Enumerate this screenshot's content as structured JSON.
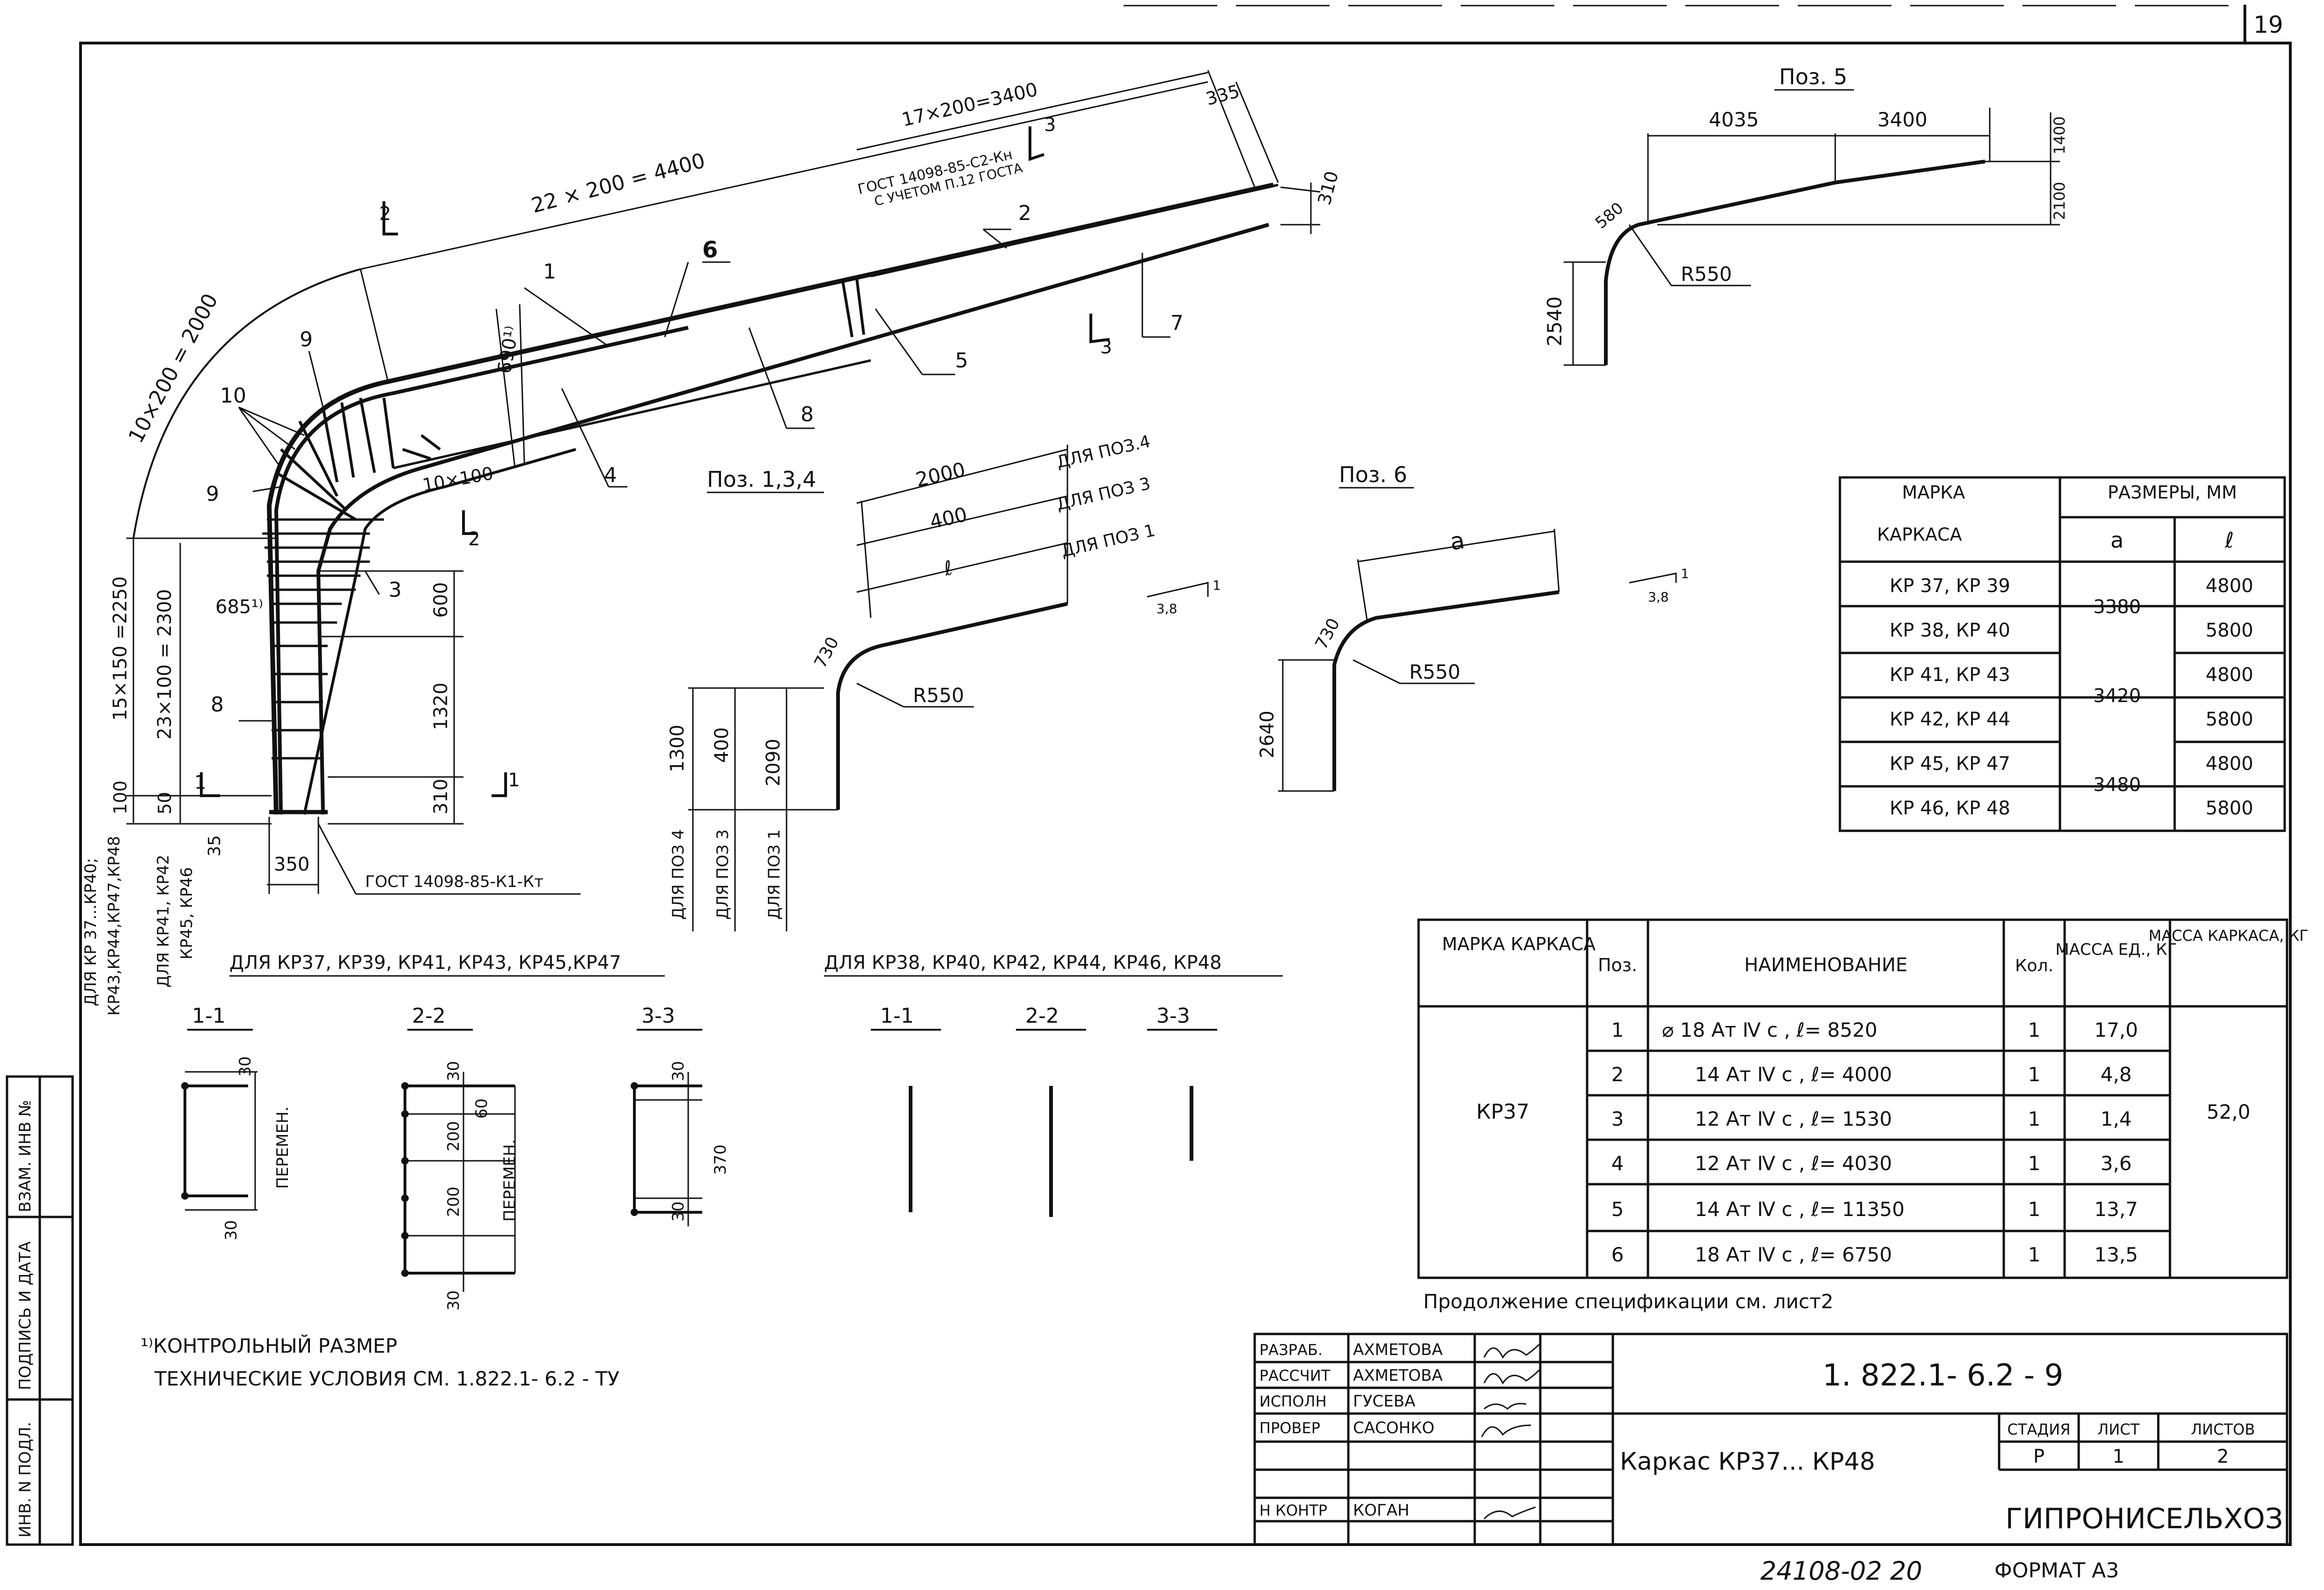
{
  "page": {
    "sheet_number": "19",
    "format": "ФОРМАТ А3",
    "archive_number": "24108-02  20"
  },
  "main_drawing": {
    "dim_top_left": "22 × 200 = 4400",
    "dim_top_right": "17×200=3400",
    "dim_end": "335",
    "dim_end2": "310",
    "dim_arc": "10×200 = 2000",
    "dim_vertical_a": "15×150 =2250",
    "dim_vertical_b": "23×100 = 2300",
    "dim_690": "690¹⁾",
    "dim_685": "685¹⁾",
    "dim_10x100": "10×100",
    "dim_600": "600",
    "dim_1320": "1320",
    "dim_310": "310",
    "dim_100": "100",
    "dim_50": "50",
    "dim_35": "35",
    "dim_350": "350",
    "gost_top": "ГОСТ 14098-85-С2-Кн",
    "gost_top2": "С УЧЕТОМ П.12 ГОСТА",
    "gost_bottom": "ГОСТ 14098-85-К1-Кт",
    "callouts": [
      "1",
      "2",
      "3",
      "4",
      "5",
      "6",
      "7",
      "8",
      "8",
      "9",
      "9",
      "10"
    ],
    "sections": [
      "2",
      "2",
      "3",
      "3",
      "1",
      "1"
    ],
    "applicability_1": "ДЛЯ КР 37...КР40;",
    "applicability_2": "КР43,КР44,КР47,КР48",
    "applicability_3": "ДЛЯ КР41, КР42",
    "applicability_4": "КР45, КР46"
  },
  "pos134": {
    "title": "Поз. 1,3,4",
    "d2000": "2000",
    "d400": "400",
    "db": "ℓ",
    "for4": "ДЛЯ ПОЗ.4",
    "for3": "ДЛЯ ПОЗ 3",
    "for1": "ДЛЯ ПОЗ 1",
    "angle": "730",
    "radius": "R550",
    "v1300": "1300",
    "v400": "400",
    "v2090": "2090",
    "bl4": "ДЛЯ ПОЗ 4",
    "bl3": "ДЛЯ ПОЗ 3",
    "bl1": "ДЛЯ ПОЗ 1",
    "slope_top": "1",
    "slope_bottom": "3,8"
  },
  "pos6": {
    "title": "Поз. 6",
    "da": "a",
    "angle": "730",
    "radius": "R550",
    "v2640": "2640",
    "slope_top": "1",
    "slope_bottom": "3,8"
  },
  "pos5": {
    "title": "Поз. 5",
    "d4035": "4035",
    "d3400": "3400",
    "v1400": "1400",
    "v2100": "2100",
    "v2540": "2540",
    "angle": "580",
    "radius": "R550"
  },
  "size_table": {
    "h_mark1": "МАРКА",
    "h_mark2": "КАРКАСА",
    "h_sizes": "РАЗМЕРЫ, ММ",
    "h_a": "a",
    "h_b": "ℓ",
    "rows": [
      {
        "mark": "КР 37, КР 39",
        "a": "3380",
        "b": "4800"
      },
      {
        "mark": "КР 38, КР 40",
        "a": "",
        "b": "5800"
      },
      {
        "mark": "КР 41, КР 43",
        "a": "3420",
        "b": "4800"
      },
      {
        "mark": "КР 42, КР 44",
        "a": "",
        "b": "5800"
      },
      {
        "mark": "КР 45, КР 47",
        "a": "3480",
        "b": "4800"
      },
      {
        "mark": "КР 46, КР 48",
        "a": "",
        "b": "5800"
      }
    ]
  },
  "spec_table": {
    "h_mark": "МАРКА КАРКАСА",
    "h_pos": "Поз.",
    "h_name": "НАИМЕНОВАНИЕ",
    "h_qty": "Кол.",
    "h_unit": "МАССА ЕД., КГ",
    "h_total": "МАССА КАРКАСА, КГ",
    "mark": "КР37",
    "total": "52,0",
    "rows": [
      {
        "pos": "1",
        "name": "⌀ 18 Ат Ⅳ с , ℓ= 8520",
        "qty": "1",
        "mass": "17,0"
      },
      {
        "pos": "2",
        "name": "14 Ат Ⅳ с , ℓ= 4000",
        "qty": "1",
        "mass": "4,8"
      },
      {
        "pos": "3",
        "name": "12 Ат Ⅳ с , ℓ= 1530",
        "qty": "1",
        "mass": "1,4"
      },
      {
        "pos": "4",
        "name": "12 Ат Ⅳ с , ℓ= 4030",
        "qty": "1",
        "mass": "3,6"
      },
      {
        "pos": "5",
        "name": "14 Ат Ⅳ с , ℓ= 11350",
        "qty": "1",
        "mass": "13,7"
      },
      {
        "pos": "6",
        "name": "18 Ат Ⅳ с , ℓ= 6750",
        "qty": "1",
        "mass": "13,5"
      }
    ],
    "continuation": "Продолжение  спецификации  см. лист2"
  },
  "sections_left": {
    "title": "ДЛЯ КР37, КР39, КР41, КР43, КР45,КР47",
    "s11": "1-1",
    "s22": "2-2",
    "s33": "3-3",
    "d30": "30",
    "d30b": "30",
    "d30c": "30",
    "d30d": "30",
    "d30e": "30",
    "d30f": "30",
    "d60": "60",
    "d200a": "200",
    "d200b": "200",
    "d370": "370",
    "var1": "ПЕРЕМЕН.",
    "var2": "ПЕРЕМЕН."
  },
  "sections_right": {
    "title": "ДЛЯ  КР38, КР40, КР42, КР44, КР46, КР48",
    "s11": "1-1",
    "s22": "2-2",
    "s33": "3-3"
  },
  "notes": {
    "n1": "¹⁾КОНТРОЛЬНЫЙ  РАЗМЕР",
    "n2": "ТЕХНИЧЕСКИЕ  УСЛОВИЯ  СМ. 1.822.1- 6.2 - ТУ"
  },
  "side_stamp": {
    "inv": "ИНВ. N ПОДЛ.",
    "sign": "ПОДПИСЬ И ДАТА",
    "vzam": "ВЗАМ. ИНВ №"
  },
  "title_block": {
    "roles": [
      "РАЗРАБ.",
      "РАССЧИТ",
      "ИСПОЛН",
      "ПРОВЕР",
      "",
      "",
      "Н КОНТР"
    ],
    "names": [
      "АХМЕТОВА",
      "АХМЕТОВА",
      "ГУСЕВА",
      "САСОНКО",
      "",
      "",
      "КОГАН"
    ],
    "designation": "1. 822.1- 6.2 - 9",
    "title": "Каркас КР37... КР48",
    "h_stage": "СТАДИЯ",
    "h_sheet": "ЛИСТ",
    "h_sheets": "ЛИСТОВ",
    "stage": "Р",
    "sheet": "1",
    "sheets": "2",
    "org": "ГИПРОНИСЕЛЬХОЗ"
  }
}
